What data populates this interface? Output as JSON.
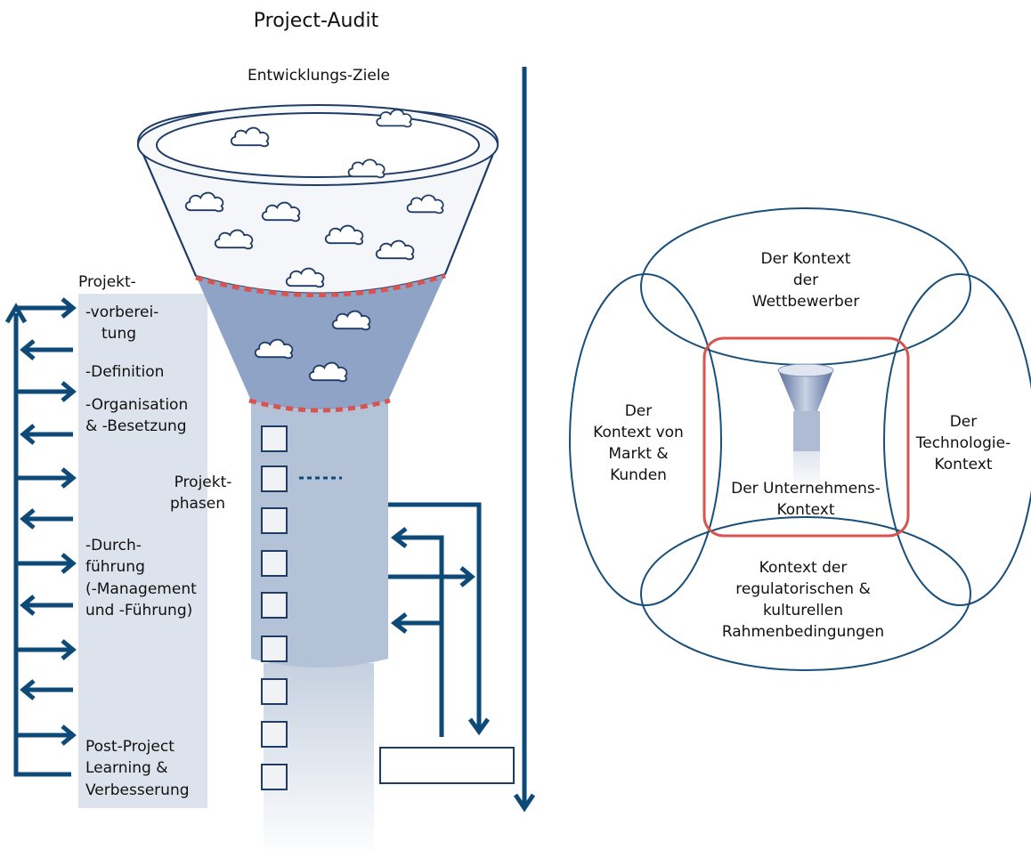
{
  "title": "Project-Audit",
  "funnel": {
    "top_label": "Entwicklungs-Ziele",
    "phases_label": [
      "Projekt-",
      "phasen"
    ]
  },
  "sidebar": {
    "heading": "Projekt-",
    "items": [
      {
        "lines": [
          "-vorberei-",
          "tung"
        ]
      },
      {
        "lines": [
          "-Definition"
        ]
      },
      {
        "lines": [
          "-Organisation",
          "& -Besetzung"
        ]
      },
      {
        "lines": [
          "-Durch-",
          "führung",
          "(-Management",
          "und -Führung)"
        ]
      },
      {
        "lines": [
          "Post-Project",
          "Learning &",
          "Verbesserung"
        ]
      }
    ]
  },
  "context": {
    "competitors": [
      "Der Kontext",
      "der",
      "Wettbewerber"
    ],
    "market": [
      "Der",
      "Kontext von",
      "Markt &",
      "Kunden"
    ],
    "technology": [
      "Der",
      "Technologie-",
      "Kontext"
    ],
    "regulatory": [
      "Kontext der",
      "regulatorischen &",
      "kulturellen",
      "Rahmenbedingungen"
    ],
    "company": [
      "Der Unternehmens-",
      "Kontext"
    ]
  },
  "colors": {
    "arrow": "#0d4a78",
    "sidebar_bg": "#dde3ec",
    "tube": "#b4c2d8",
    "funnel_lower": "#8fa3c6",
    "funnel_upper": "#f4f6f9",
    "dashed": "#d9534f",
    "company_box": "#d9534f",
    "ellipse": "#1a4f7a"
  },
  "icons": [
    "cloud-icon",
    "arrow-right-icon",
    "arrow-left-icon",
    "arrow-down-icon",
    "arrow-up-icon",
    "funnel-icon"
  ]
}
